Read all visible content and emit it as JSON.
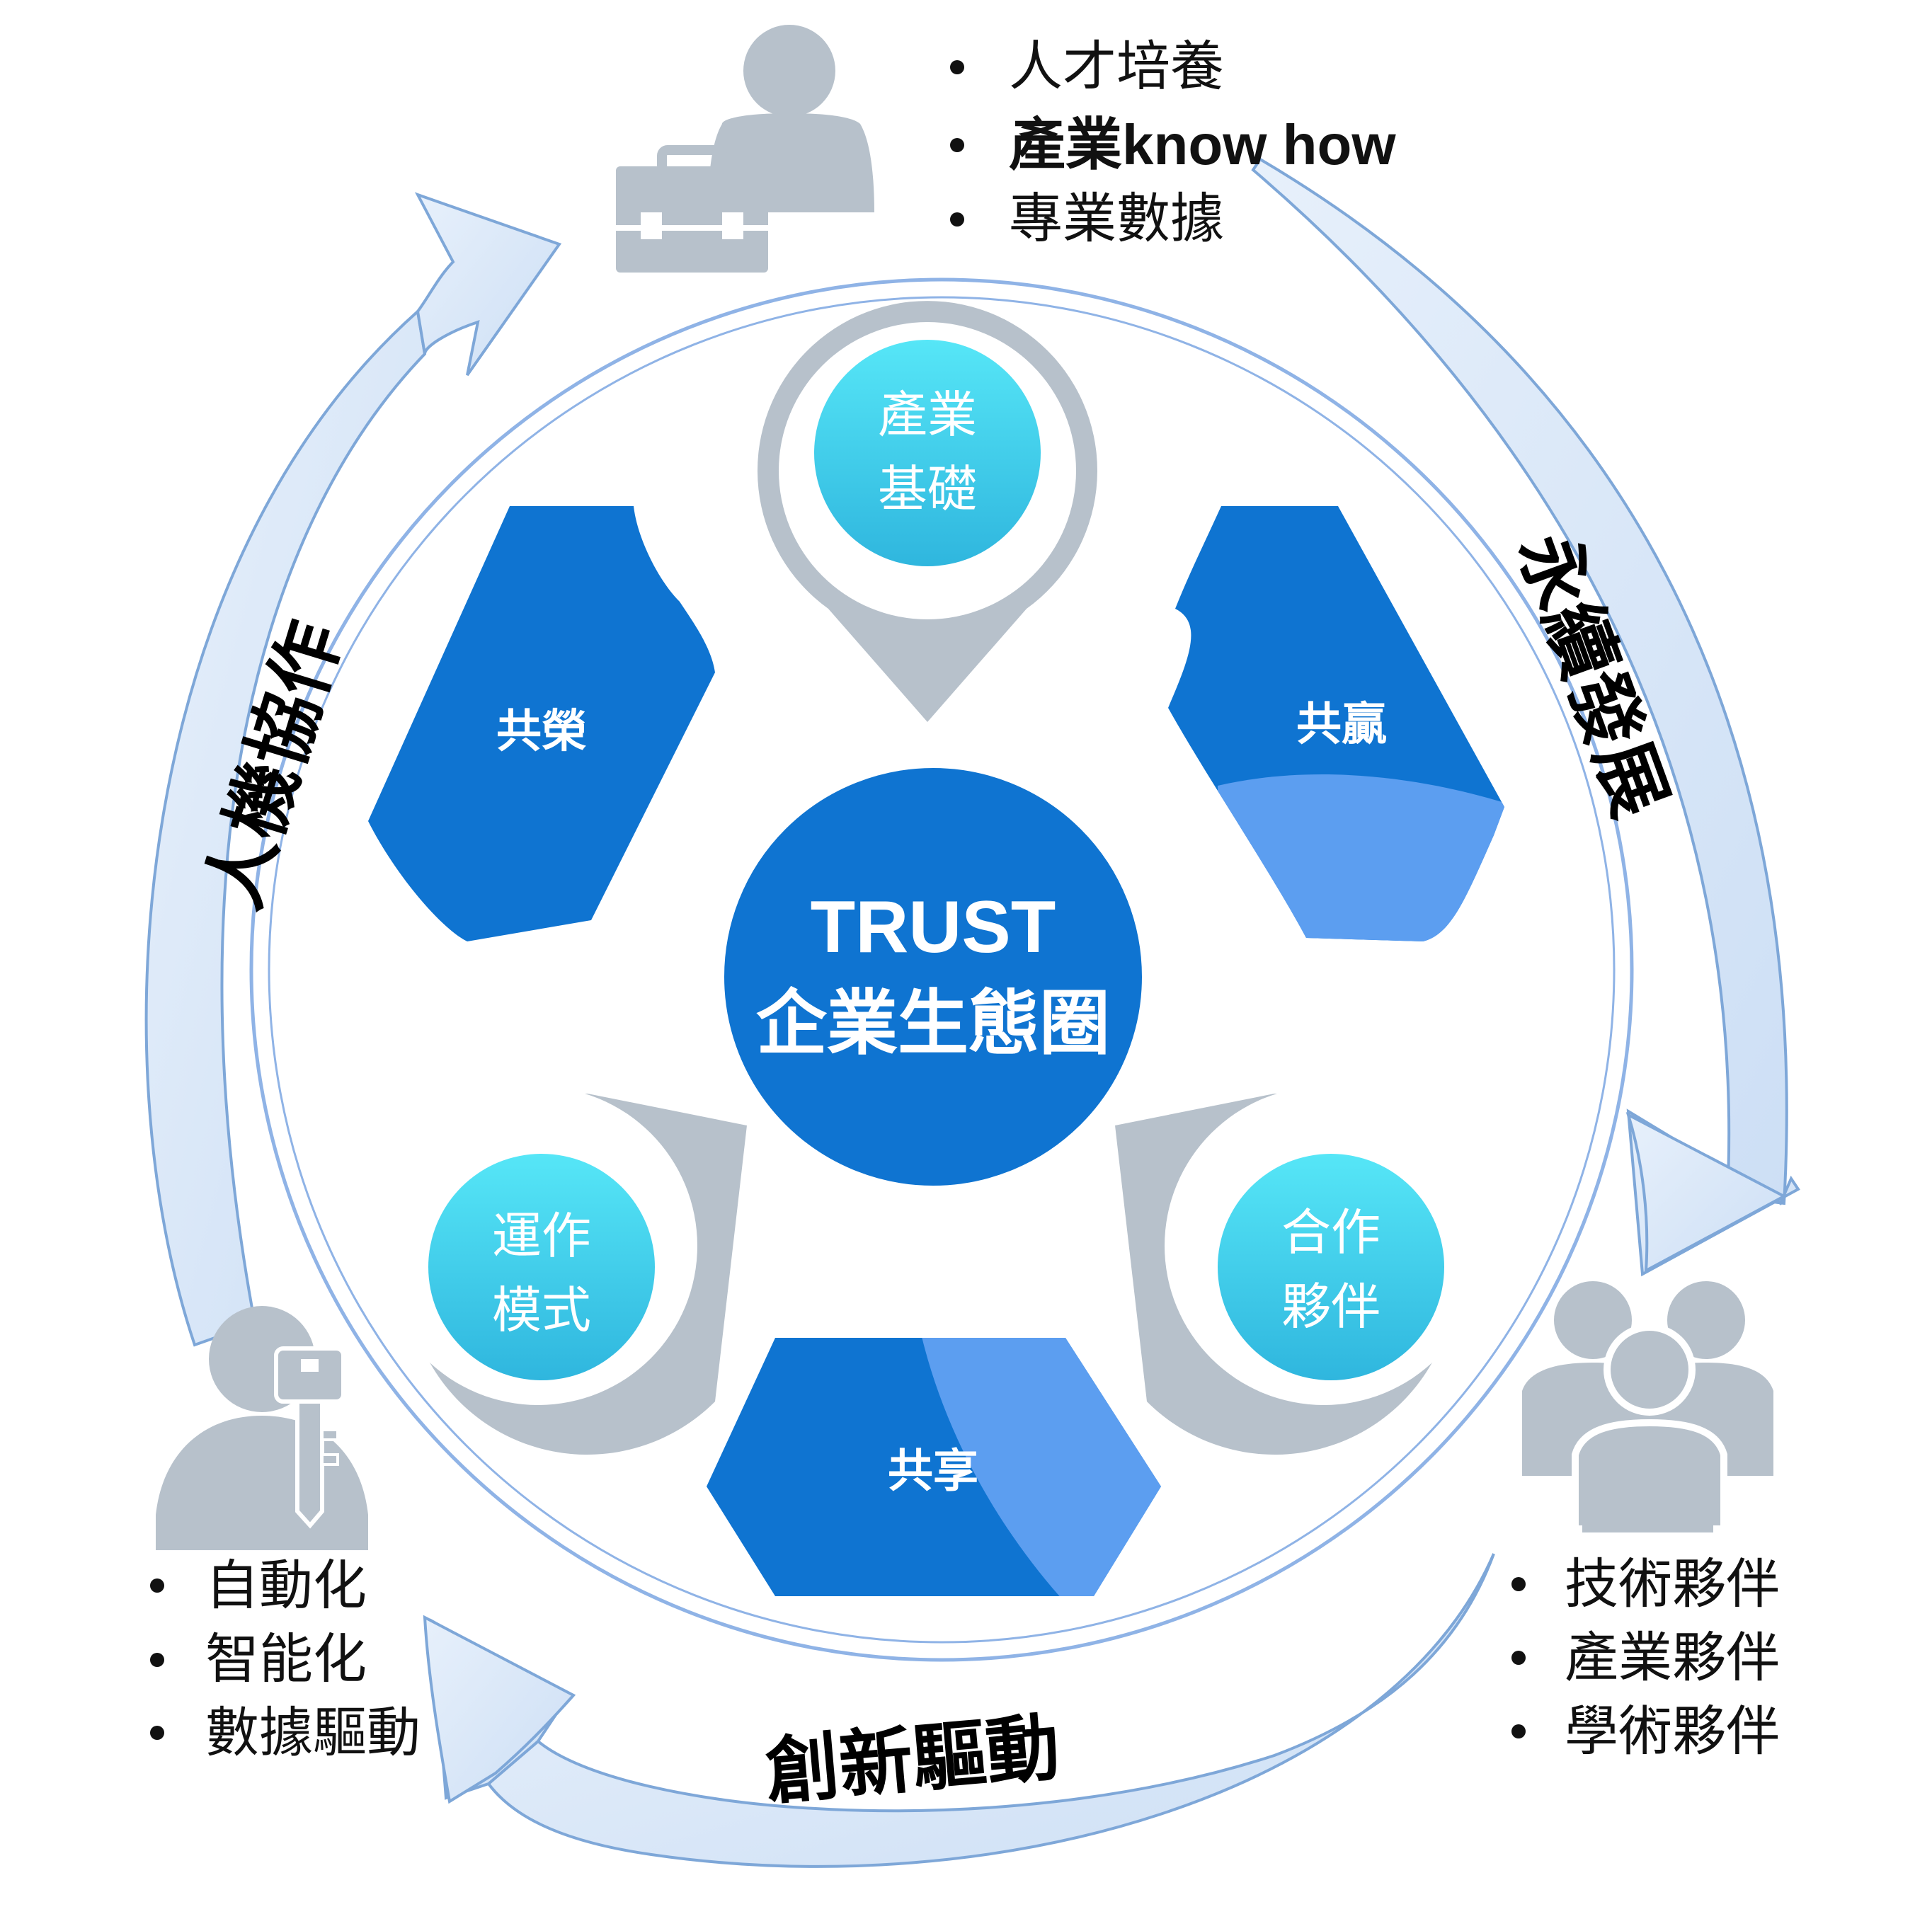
{
  "center": {
    "line1": "TRUST",
    "line2": "企業生態圈"
  },
  "hexagons": [
    {
      "id": "gongrong",
      "label": "共榮"
    },
    {
      "id": "gongying",
      "label": "共贏"
    },
    {
      "id": "gongxiang",
      "label": "共享"
    }
  ],
  "nodes": [
    {
      "id": "industry-foundation",
      "lines": [
        "產業",
        "基礎"
      ]
    },
    {
      "id": "operation-model",
      "lines": [
        "運作",
        "模式"
      ]
    },
    {
      "id": "cooperation-partner",
      "lines": [
        "合作",
        "夥伴"
      ]
    }
  ],
  "arcs": {
    "left": "人機協作",
    "right": "永續發展",
    "bottom": "創新驅動"
  },
  "lists": {
    "top": [
      "人才培養",
      "產業know how",
      "專業數據"
    ],
    "bottom_left": [
      "自動化",
      "智能化",
      "數據驅動"
    ],
    "bottom_right": [
      "技術夥伴",
      "產業夥伴",
      "學術夥伴"
    ]
  },
  "icons": {
    "top": "person-with-briefcase-icon",
    "bottom_left": "person-with-key-icon",
    "bottom_right": "group-of-people-icon"
  },
  "colors": {
    "primary_blue": "#0f74d1",
    "light_blue": "#5c9ef0",
    "cyan": "#3ec8e8",
    "gray_icon": "#b7c1cb",
    "arrow_fill": "#dbe8f8",
    "arrow_stroke": "#7ea7d8",
    "ring": "#8fb3e6"
  }
}
